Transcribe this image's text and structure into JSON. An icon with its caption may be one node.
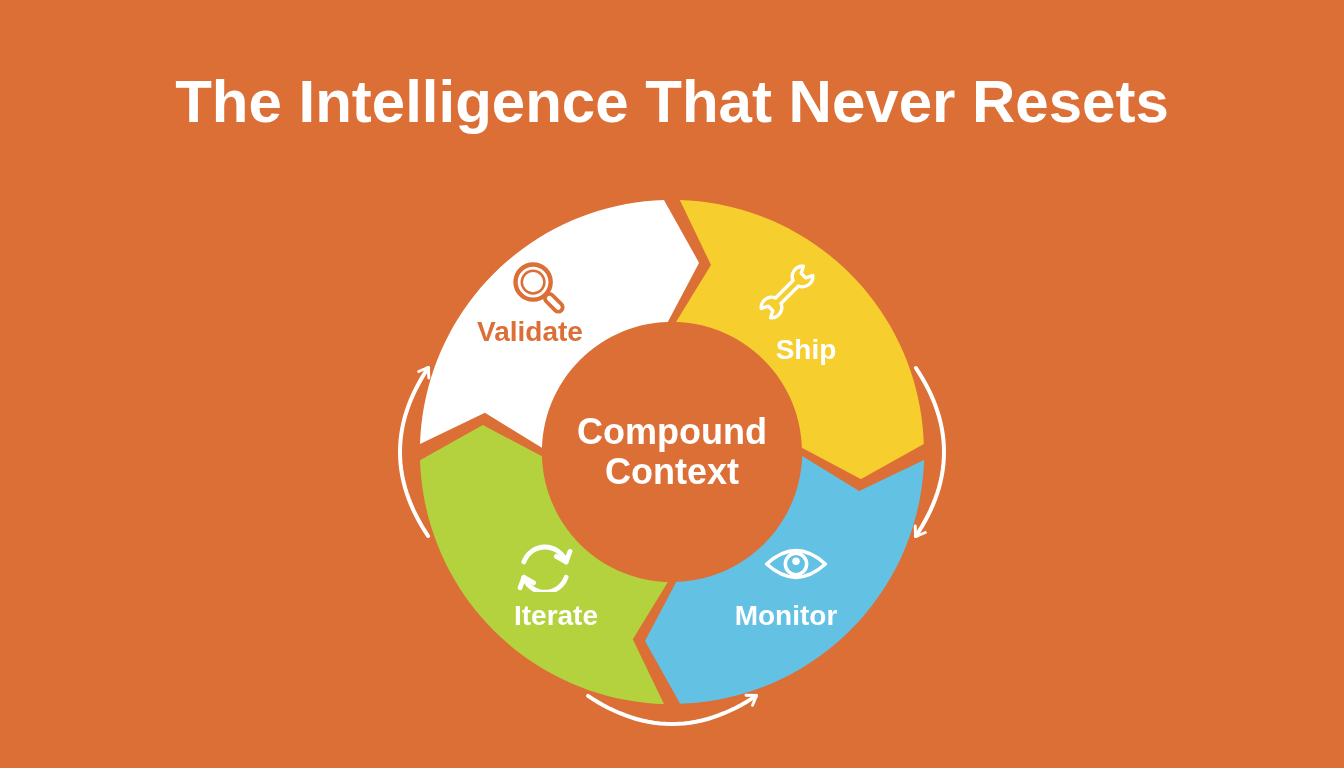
{
  "diagram": {
    "title": "The Intelligence That Never Resets",
    "nodes": [
      {
        "text": [
          "Validate"
        ]
      },
      {
        "text": [
          "Ship"
        ]
      },
      {
        "text": [
          "Compound Context"
        ]
      },
      {
        "text": [
          "Iterate"
        ]
      },
      {
        "text": [
          "Monitor"
        ]
      }
    ],
    "edges": [
      {
        "from": 1,
        "to": 4,
        "arrow": "to"
      },
      {
        "from": 3,
        "to": 0,
        "arrow": "to"
      },
      {
        "from": 3,
        "to": 4,
        "arrow": "to"
      }
    ]
  }
}
